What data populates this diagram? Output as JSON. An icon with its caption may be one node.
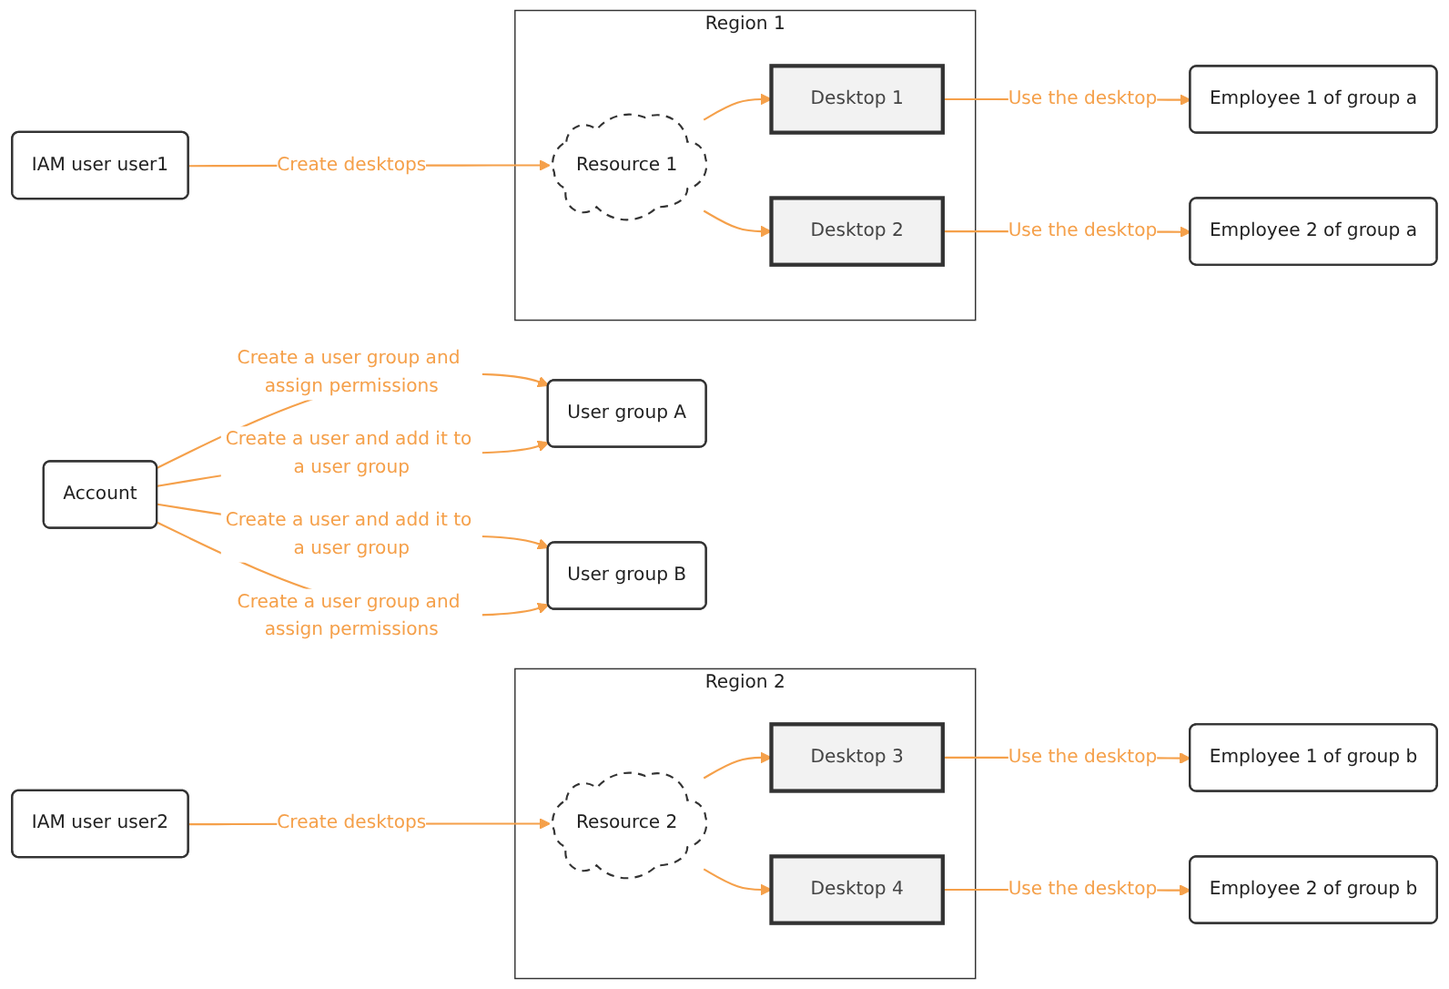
{
  "diagram": {
    "nodes": [
      {
        "text": [
          "User group A"
        ]
      },
      {
        "text": [
          "IAM user user1"
        ]
      },
      {
        "text": [
          "Account"
        ]
      },
      {
        "text": [
          "IAM user user2"
        ]
      },
      {
        "text": [
          "User group B"
        ]
      },
      {
        "text": [
          "Region 1"
        ]
      },
      {
        "text": [
          "Resource 1"
        ],
        "in": 5
      },
      {
        "text": [
          "Desktop 1"
        ],
        "in": 5
      },
      {
        "text": [
          "Desktop 2"
        ],
        "in": 5
      },
      {
        "text": [
          "Employee 1 of group a"
        ]
      },
      {
        "text": [
          "Employee 2 of group a"
        ]
      },
      {
        "text": [
          "Region 2"
        ]
      },
      {
        "text": [
          "Resource 2"
        ],
        "in": 11
      },
      {
        "text": [
          "Desktop 3"
        ],
        "in": 11
      },
      {
        "text": [
          "Desktop 4"
        ],
        "in": 11
      },
      {
        "text": [
          "Employee 1 of group b"
        ]
      },
      {
        "text": [
          "Employee 2 of group b"
        ]
      }
    ],
    "edges": [
      {
        "from": 2,
        "to": 0,
        "arrow": "to",
        "label": "Create a user group and assign permissions"
      },
      {
        "from": 2,
        "to": 0,
        "arrow": "to",
        "label": "Create a user and add it to a user group"
      },
      {
        "from": 2,
        "to": 4,
        "arrow": "to",
        "label": "Create a user and add it to a user group"
      },
      {
        "from": 2,
        "to": 4,
        "arrow": "to",
        "label": "Create a user group and assign permissions"
      },
      {
        "from": 1,
        "to": 6,
        "arrow": "to",
        "label": "Create desktops"
      },
      {
        "from": 6,
        "to": 7,
        "arrow": "to"
      },
      {
        "from": 6,
        "to": 8,
        "arrow": "to"
      },
      {
        "from": 7,
        "to": 9,
        "arrow": "to",
        "label": "Use the desktop"
      },
      {
        "from": 8,
        "to": 10,
        "arrow": "to",
        "label": "Use the desktop"
      },
      {
        "from": 3,
        "to": 12,
        "arrow": "to",
        "label": "Create desktops"
      },
      {
        "from": 12,
        "to": 13,
        "arrow": "to"
      },
      {
        "from": 12,
        "to": 14,
        "arrow": "to"
      },
      {
        "from": 13,
        "to": 15,
        "arrow": "to",
        "label": "Use the desktop"
      },
      {
        "from": 14,
        "to": 16,
        "arrow": "to",
        "label": "Use the desktop"
      }
    ]
  }
}
